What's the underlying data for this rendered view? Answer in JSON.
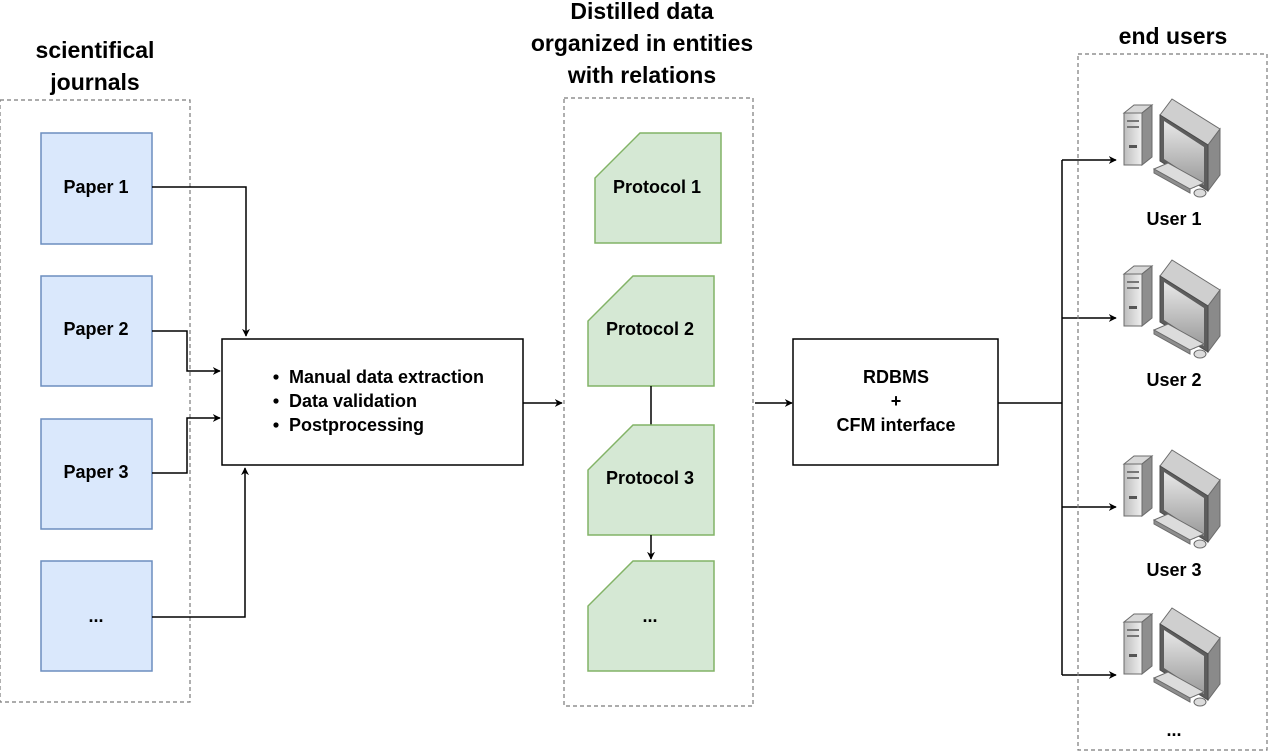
{
  "sources": {
    "title_line1": "scientifical",
    "title_line2": "journals",
    "papers": [
      "Paper 1",
      "Paper 2",
      "Paper 3",
      "..."
    ],
    "fill": "#dae8fc",
    "stroke": "#6c8ebf"
  },
  "process": {
    "bullets": [
      "Manual data extraction",
      "Data validation",
      "Postprocessing"
    ]
  },
  "distilled": {
    "title_line1": "Distilled data",
    "title_line2": "organized in entities",
    "title_line3": "with relations",
    "protocols": [
      "Protocol 1",
      "Protocol 2",
      "Protocol 3",
      "..."
    ],
    "fill": "#d5e8d4",
    "stroke": "#82b366"
  },
  "db": {
    "line1": "RDBMS",
    "line2": "+",
    "line3": "CFM interface"
  },
  "users": {
    "title": "end users",
    "labels": [
      "User 1",
      "User 2",
      "User 3",
      "..."
    ],
    "icon": "desktop-computer-icon"
  }
}
